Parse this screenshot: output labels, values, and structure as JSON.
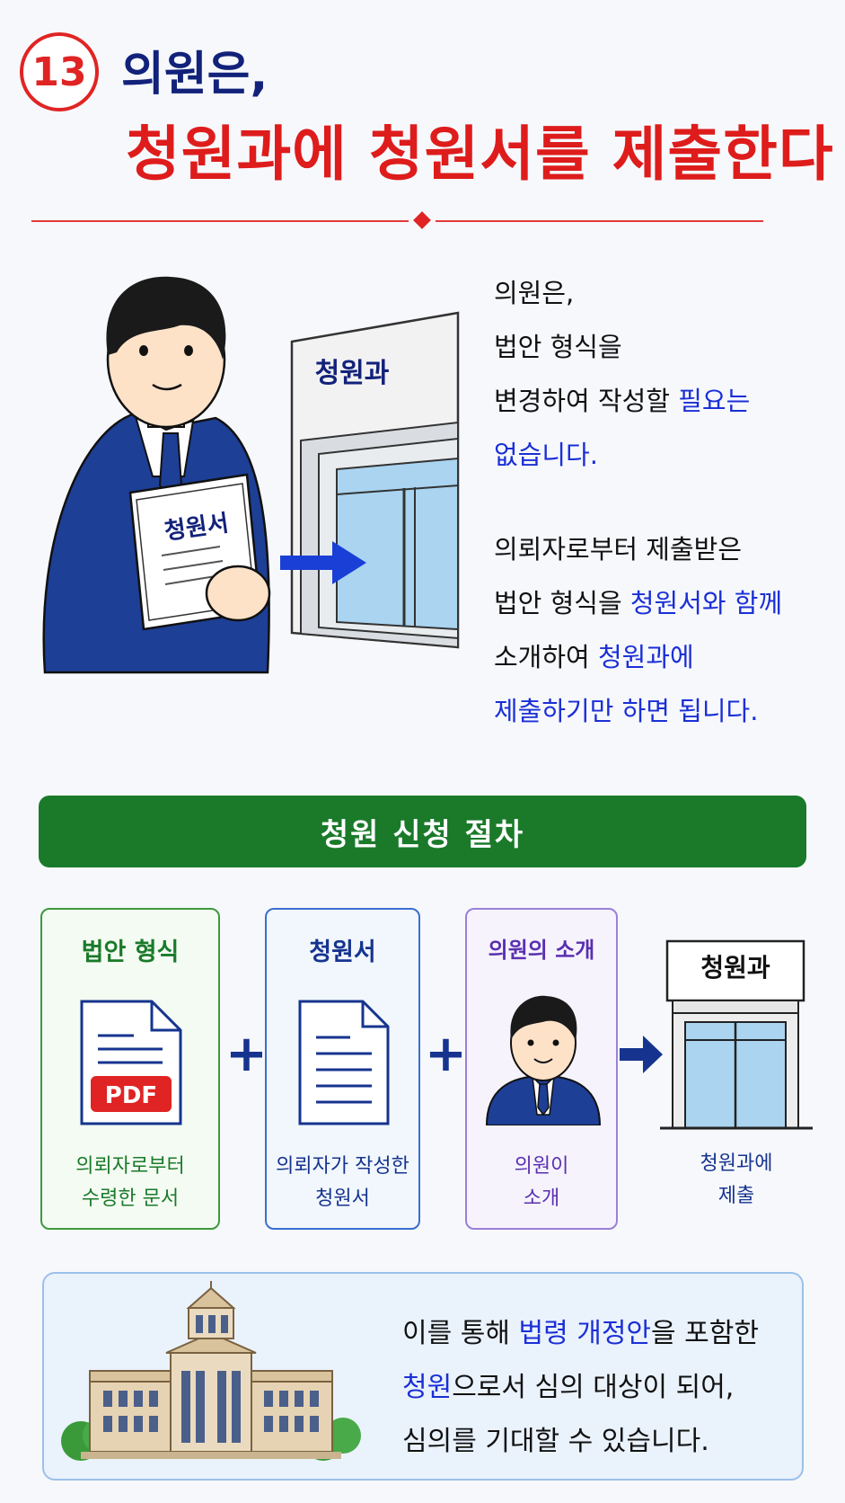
{
  "header": {
    "number": "13",
    "title_line1": "의원은,",
    "title_line2": "청원과에 청원서를 제출한다"
  },
  "illustration": {
    "office_sign": "청원과",
    "document_label": "청원서"
  },
  "explanation": {
    "p1_line1": "의원은,",
    "p1_line2": "법안 형식을",
    "p1_line3_a": "변경하여 작성할 ",
    "p1_line3_b": "필요는",
    "p1_line4": "없습니다.",
    "p2_line1": "의뢰자로부터 제출받은",
    "p2_line2_a": "법안 형식을 ",
    "p2_line2_b": "청원서와 함께",
    "p2_line3_a": "소개하여 ",
    "p2_line3_b": "청원과에",
    "p2_line4": "제출하기만 하면 됩니다."
  },
  "procedure": {
    "banner": "청원 신청 절차",
    "steps": [
      {
        "title": "법안 형식",
        "badge": "PDF",
        "desc1": "의뢰자로부터",
        "desc2": "수령한 문서"
      },
      {
        "title": "청원서",
        "desc1": "의뢰자가 작성한",
        "desc2": "청원서"
      },
      {
        "title": "의원의 소개",
        "desc1": "의원이",
        "desc2": "소개"
      },
      {
        "title": "청원과",
        "desc1": "청원과에",
        "desc2": "제출"
      }
    ]
  },
  "bottom": {
    "line1_a": "이를 통해 ",
    "line1_b": "법령 개정안",
    "line1_c": "을 포함한",
    "line2_a": "청원",
    "line2_b": "으로서 심의 대상이 되어,",
    "line3": "심의를 기대할 수 있습니다."
  },
  "colors": {
    "red": "#e02424",
    "navy": "#12227a",
    "blue_text": "#1a2fd6",
    "green": "#1a7a2a",
    "purple": "#5a2fb0"
  }
}
